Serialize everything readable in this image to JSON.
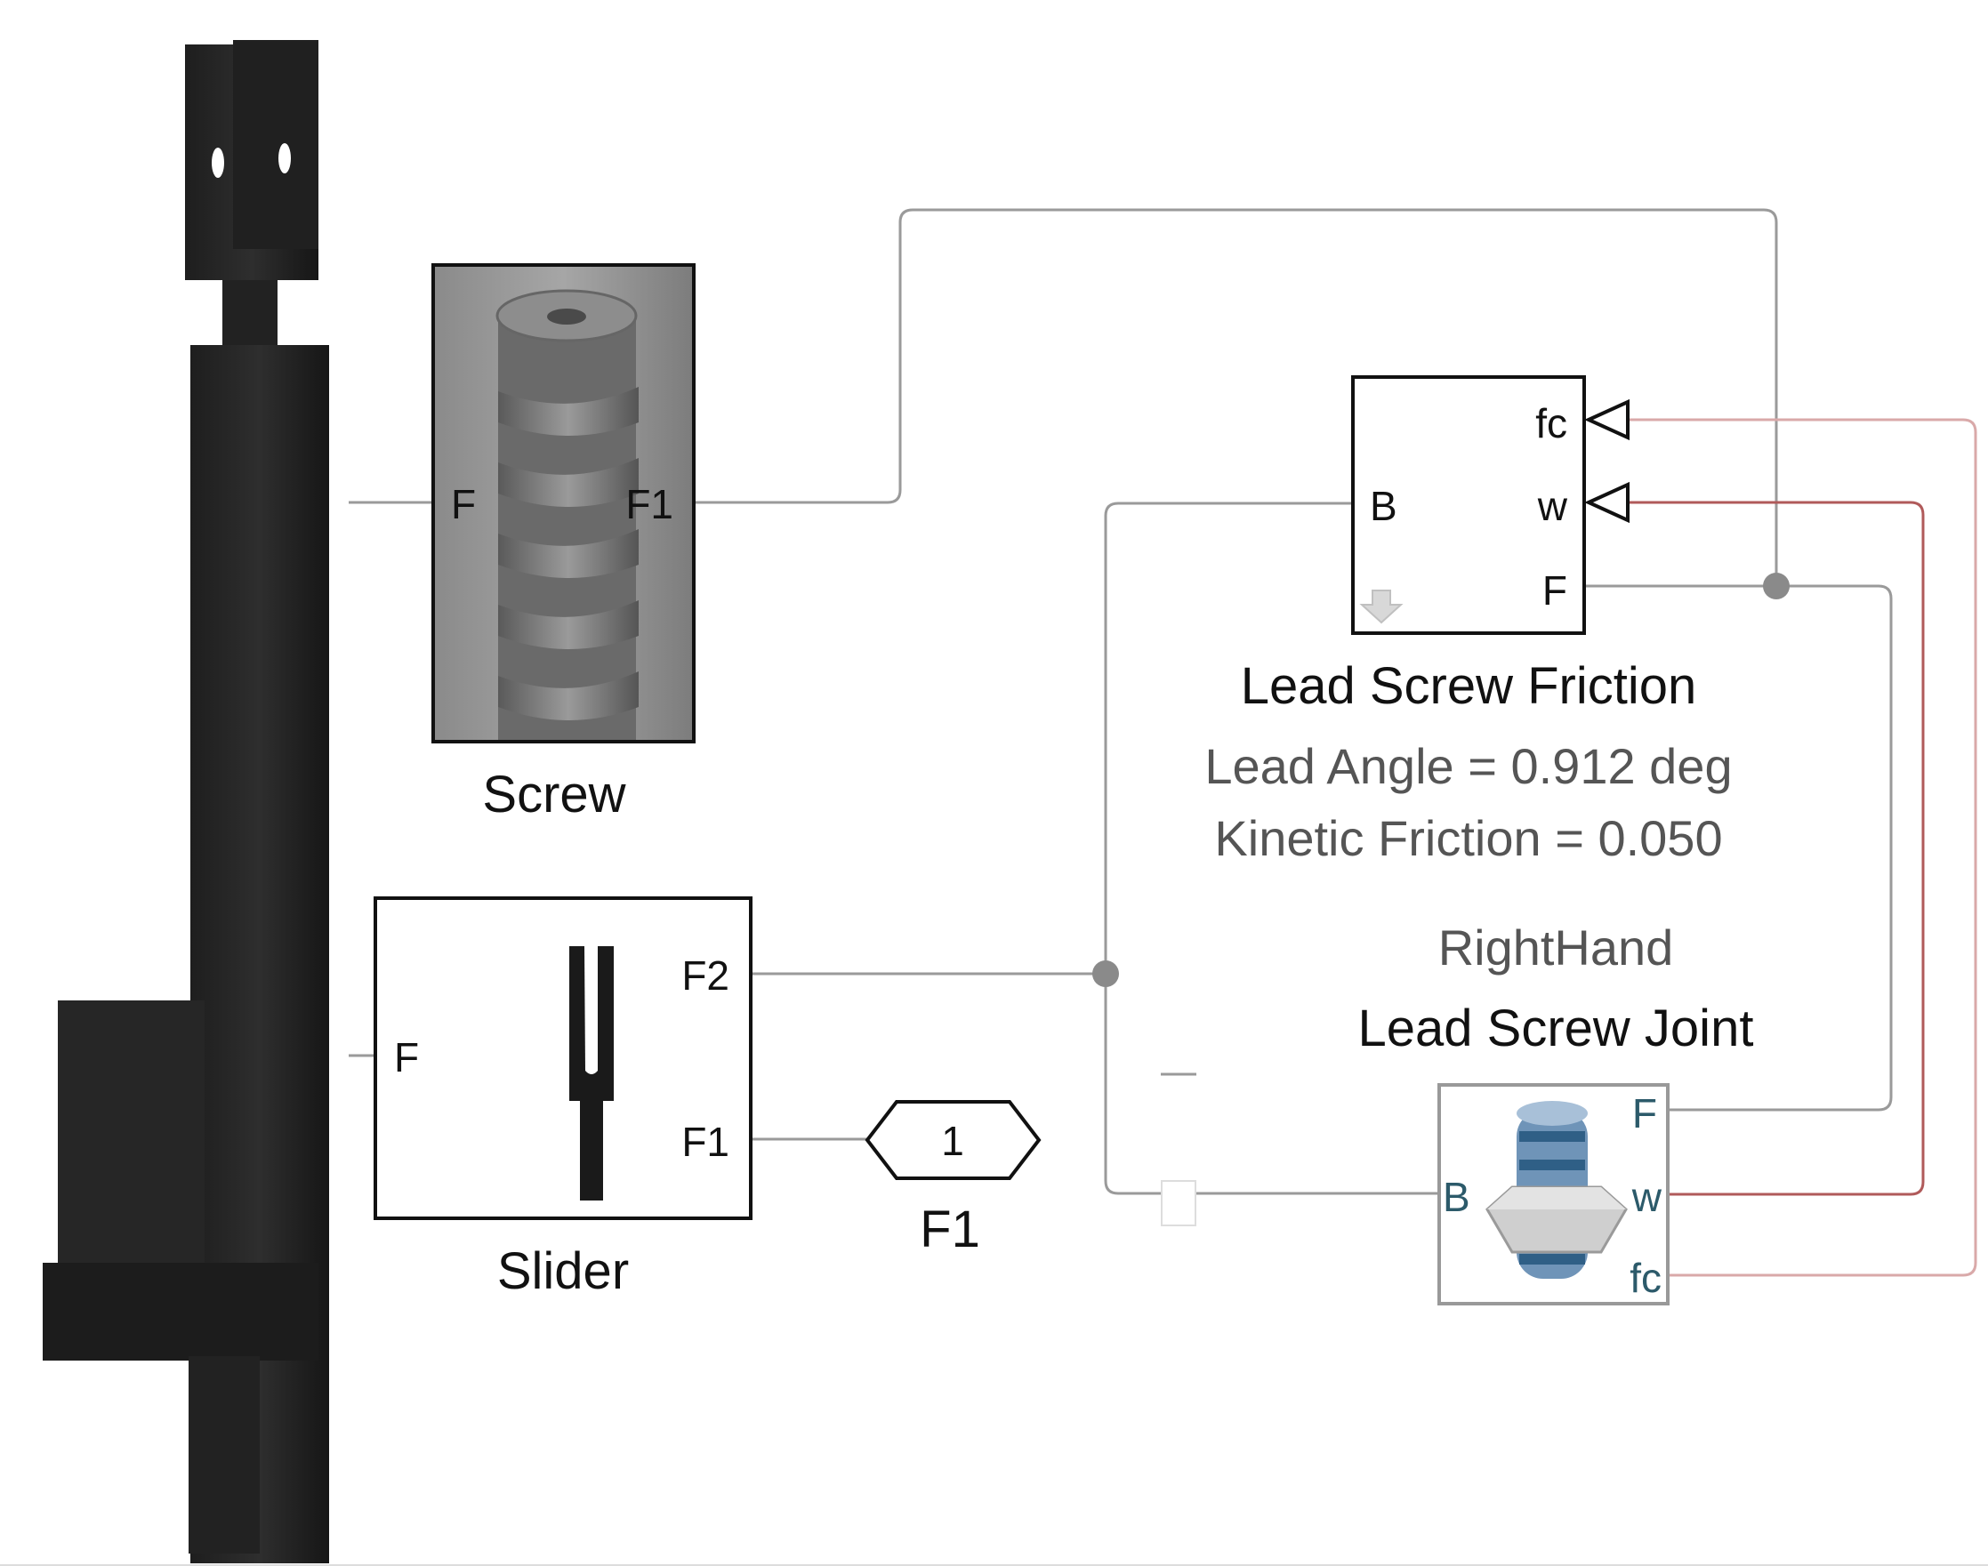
{
  "blocks": {
    "screw": {
      "name": "Screw",
      "ports": {
        "left": "F",
        "right": "F1"
      }
    },
    "slider": {
      "name": "Slider",
      "ports": {
        "left": "F",
        "right_top": "F2",
        "right_bottom": "F1"
      }
    },
    "outport": {
      "number": "1",
      "name": "F1"
    },
    "friction": {
      "name": "Lead Screw Friction",
      "ports": {
        "left": "B",
        "fc": "fc",
        "w": "w",
        "F": "F"
      },
      "params": [
        "Lead Angle = 0.912 deg",
        "Kinetic Friction = 0.050"
      ]
    },
    "joint": {
      "handedness": "RightHand",
      "name": "Lead Screw Joint",
      "ports": {
        "B": "B",
        "F": "F",
        "w": "w",
        "fc": "fc"
      }
    }
  },
  "colors": {
    "signal_line": "#9a9a9a",
    "sense_line": "#b05a5a",
    "fc_line": "#d9a9a9",
    "joint_port_text": "#2c5a6a",
    "bolt_blue": "#6f94b8"
  }
}
